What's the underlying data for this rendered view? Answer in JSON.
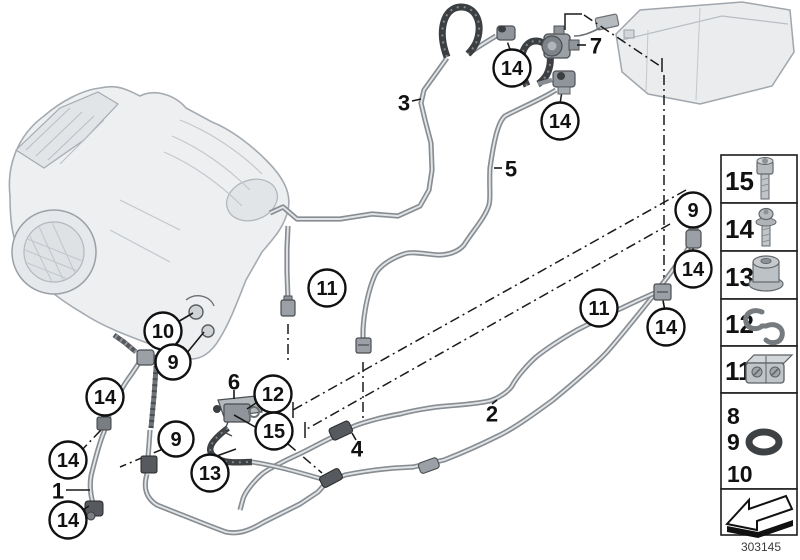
{
  "diagram_number": "303145",
  "callouts": {
    "plain": [
      "1",
      "2",
      "3",
      "4",
      "5",
      "6",
      "7"
    ],
    "circled": [
      "14",
      "14",
      "9",
      "14",
      "11",
      "14",
      "11",
      "10",
      "9",
      "14",
      "12",
      "15",
      "9",
      "13",
      "14",
      "14"
    ]
  },
  "legend": {
    "rows": [
      {
        "part": "15",
        "icon": "socket-head-screw-icon"
      },
      {
        "part": "14",
        "icon": "flanged-torx-screw-icon"
      },
      {
        "part": "13",
        "icon": "flanged-nut-icon"
      },
      {
        "part": "12",
        "icon": "retaining-clip-icon"
      },
      {
        "part": "11",
        "icon": "pipe-clamp-icon"
      }
    ],
    "combo_row": {
      "parts": [
        "8",
        "9",
        "10"
      ],
      "icon": "o-ring-icon"
    },
    "continuation_icon": "continuation-arrow-icon"
  },
  "colors": {
    "pipe_outline": "#878d92",
    "pipe_core": "#e2e5e7",
    "hose_dark": "#3f4245",
    "leader_line": "#1a1a1a",
    "unit_fill": "#edeff1",
    "unit_stroke": "#a5abb1",
    "fitting_dark": "#565a5e",
    "fitting_mid": "#9aa0a5"
  }
}
